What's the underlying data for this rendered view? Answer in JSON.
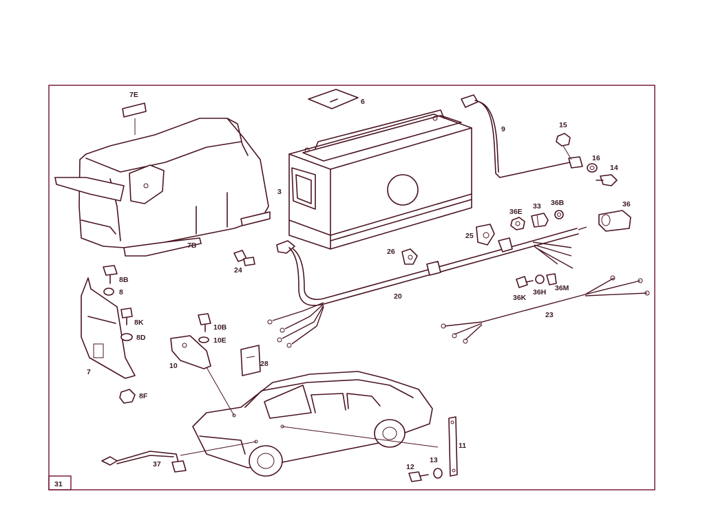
{
  "page_number": "31",
  "colors": {
    "line": "#4a1420",
    "frame": "#7a1e3a",
    "background": "#ffffff"
  },
  "callouts": [
    "7E",
    "6",
    "9",
    "15",
    "16",
    "14",
    "3",
    "36E",
    "33",
    "36B",
    "36",
    "25",
    "26",
    "7B",
    "24",
    "8B",
    "8",
    "8K",
    "8D",
    "36K",
    "36H",
    "36M",
    "20",
    "23",
    "10B",
    "10E",
    "10",
    "28",
    "7",
    "8F",
    "11",
    "12",
    "13",
    "37"
  ]
}
